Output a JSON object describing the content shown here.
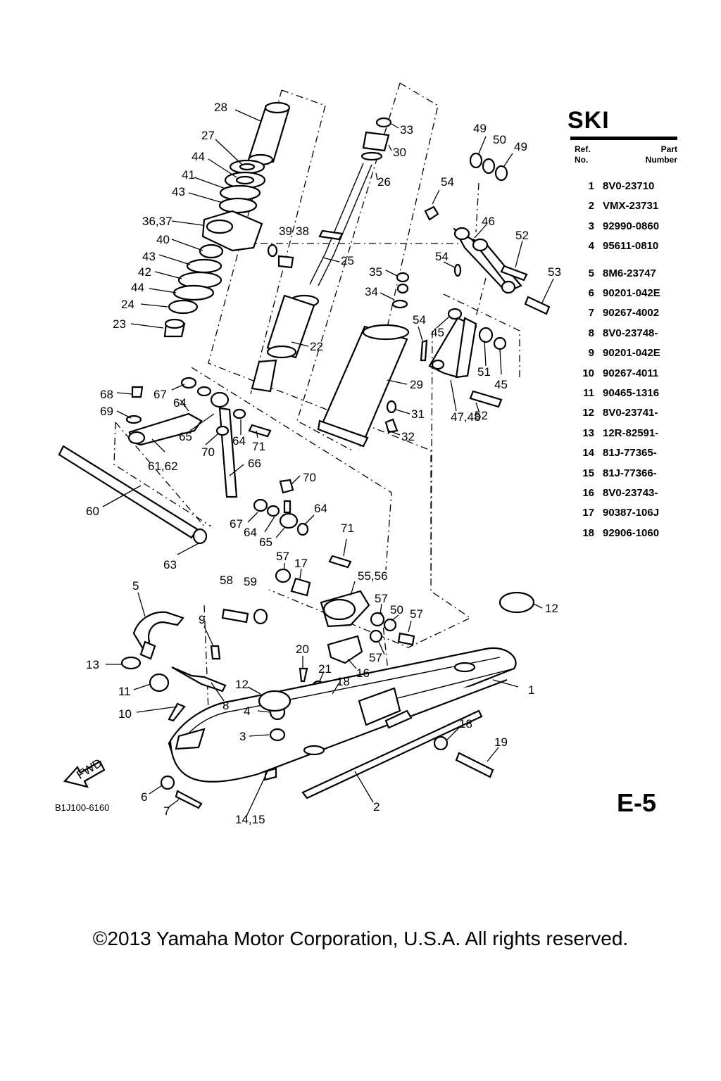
{
  "sheet": {
    "title": "SKI",
    "page_code": "E-5",
    "catalog_code": "B1J100-6160"
  },
  "table": {
    "header_ref": "Ref.\nNo.",
    "header_ref_line1": "Ref.",
    "header_ref_line2": "No.",
    "header_part_line1": "Part",
    "header_part_line2": "Number",
    "rows": [
      {
        "ref": "1",
        "part_number": "8V0-23710"
      },
      {
        "ref": "2",
        "part_number": "VMX-23731"
      },
      {
        "ref": "3",
        "part_number": "92990-0860"
      },
      {
        "ref": "4",
        "part_number": "95611-0810"
      },
      {
        "ref": "5",
        "part_number": "8M6-23747"
      },
      {
        "ref": "6",
        "part_number": "90201-042E"
      },
      {
        "ref": "7",
        "part_number": "90267-4002"
      },
      {
        "ref": "8",
        "part_number": "8V0-23748-"
      },
      {
        "ref": "9",
        "part_number": "90201-042E"
      },
      {
        "ref": "10",
        "part_number": "90267-4011"
      },
      {
        "ref": "11",
        "part_number": "90465-1316"
      },
      {
        "ref": "12",
        "part_number": "8V0-23741-"
      },
      {
        "ref": "13",
        "part_number": "12R-82591-"
      },
      {
        "ref": "14",
        "part_number": "81J-77365-"
      },
      {
        "ref": "15",
        "part_number": "81J-77366-"
      },
      {
        "ref": "16",
        "part_number": "8V0-23743-"
      },
      {
        "ref": "17",
        "part_number": "90387-106J"
      },
      {
        "ref": "18",
        "part_number": "92906-1060"
      }
    ]
  },
  "callouts": [
    "28",
    "27",
    "44",
    "41",
    "43",
    "36,37",
    "40",
    "43",
    "42",
    "44",
    "24",
    "23",
    "33",
    "30",
    "26",
    "39",
    "38",
    "25",
    "22",
    "35",
    "34",
    "29",
    "31",
    "32",
    "49",
    "50",
    "49",
    "54",
    "46",
    "52",
    "53",
    "54",
    "54",
    "45",
    "51",
    "45",
    "47,48",
    "52",
    "68",
    "67",
    "69",
    "64",
    "65",
    "70",
    "64",
    "71",
    "61,62",
    "66",
    "60",
    "63",
    "70",
    "67",
    "64",
    "65",
    "64",
    "71",
    "57",
    "17",
    "55,56",
    "58",
    "59",
    "57",
    "50",
    "57",
    "57",
    "5",
    "9",
    "13",
    "11",
    "10",
    "8",
    "20",
    "21",
    "18",
    "16",
    "12",
    "12",
    "4",
    "3",
    "1",
    "18",
    "19",
    "6",
    "7",
    "14,15",
    "2"
  ],
  "fwd_marker": "FWD",
  "copyright": "©2013 Yamaha Motor Corporation, U.S.A. All rights reserved."
}
